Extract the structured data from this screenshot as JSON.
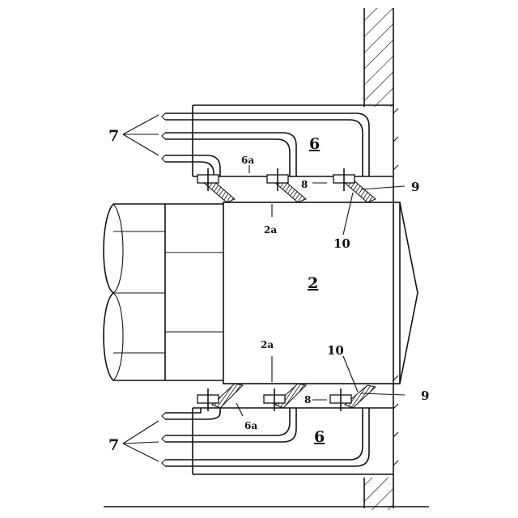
{
  "diagram": {
    "labels": {
      "pipes_top": "7",
      "pipes_bottom": "7",
      "housing_top": "6",
      "housing_bottom": "6",
      "housing_edge_top": "6a",
      "housing_edge_bottom": "6a",
      "body_edge_top": "2a",
      "body_edge_bottom": "2a",
      "body": "2",
      "part_8_top": "8",
      "part_8_bottom": "8",
      "part_9_top": "9",
      "part_9_bottom": "9",
      "part_10_top": "10",
      "part_10_bottom": "10"
    },
    "colors": {
      "line": "#111111",
      "hatch": "#111111",
      "background": "#ffffff"
    }
  }
}
